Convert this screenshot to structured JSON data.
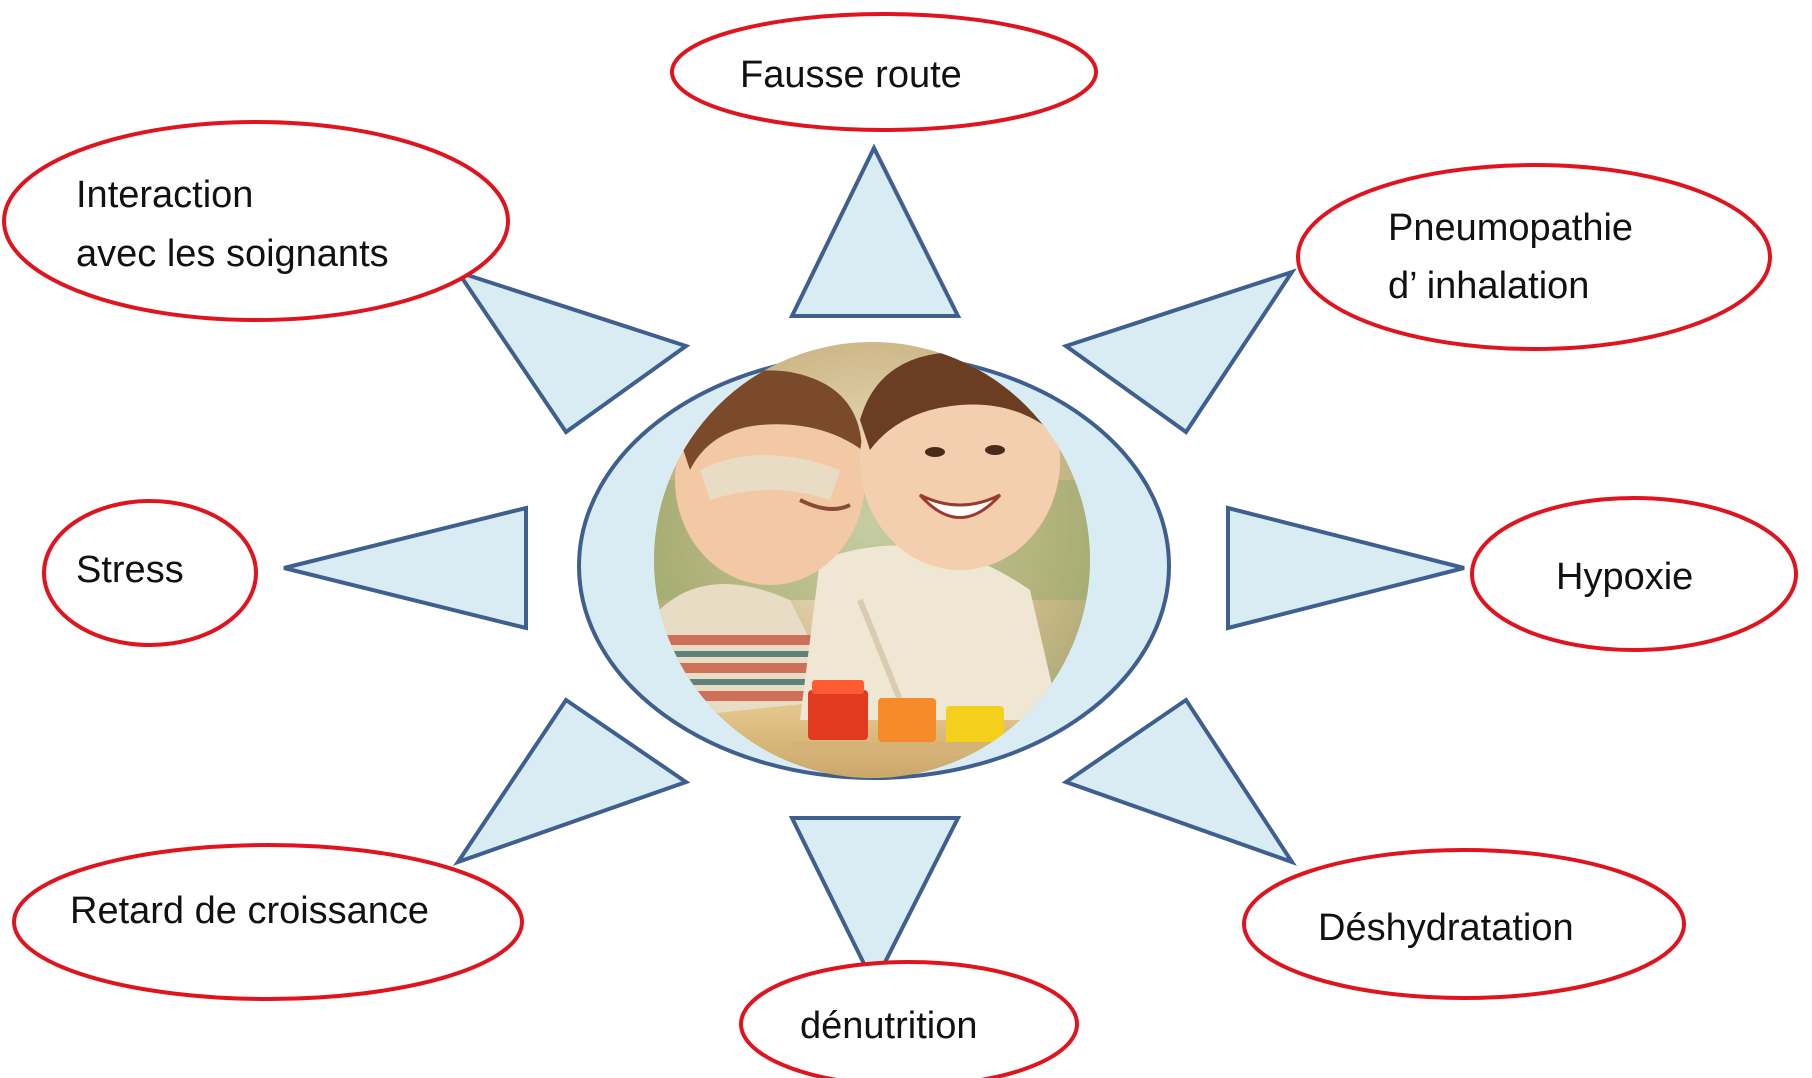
{
  "diagram": {
    "center": {
      "image": "photo of two smiling children hugging at a table with colored stacking blocks"
    },
    "nodes": [
      {
        "id": "fausse-route",
        "lines": [
          "Fausse route"
        ]
      },
      {
        "id": "pneumopathie",
        "lines": [
          "Pneumopathie",
          "d’ inhalation"
        ]
      },
      {
        "id": "hypoxie",
        "lines": [
          "Hypoxie"
        ]
      },
      {
        "id": "deshydratation",
        "lines": [
          "Déshydratation"
        ]
      },
      {
        "id": "denutrition",
        "lines": [
          "dénutrition"
        ]
      },
      {
        "id": "retard",
        "lines": [
          "Retard de croissance"
        ]
      },
      {
        "id": "stress",
        "lines": [
          "Stress"
        ]
      },
      {
        "id": "interaction",
        "lines": [
          "Interaction",
          "avec les soignants"
        ]
      }
    ]
  },
  "colors": {
    "ellipse_stroke": "#e0141e",
    "arrow_fill": "#d9ecf3",
    "arrow_stroke": "#3f5f8f",
    "center_fill": "#d9ecf3",
    "center_stroke": "#3f5f8f",
    "text": "#111111"
  }
}
